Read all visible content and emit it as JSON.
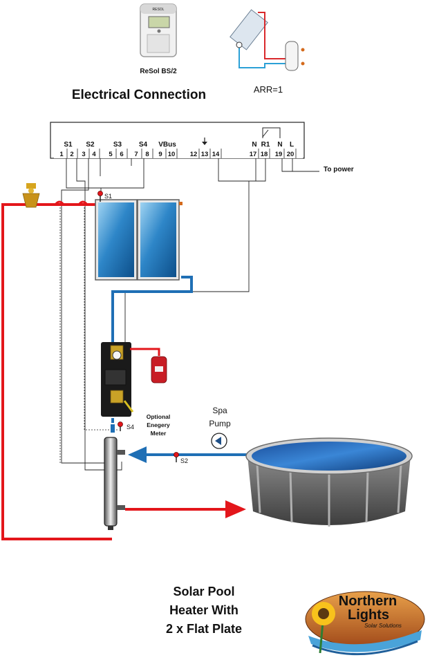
{
  "header": {
    "controller_model": "ReSol BS/2",
    "controller_brand": "RESOL",
    "section_title": "Electrical Connection",
    "arrangement": "ARR=1"
  },
  "terminal_block": {
    "groups": [
      {
        "name": "S1",
        "pins": [
          "1",
          "2"
        ]
      },
      {
        "name": "S2",
        "pins": [
          "3",
          "4"
        ]
      },
      {
        "name": "S3",
        "pins": [
          "5",
          "6"
        ]
      },
      {
        "name": "S4",
        "pins": [
          "7",
          "8"
        ]
      },
      {
        "name": "VBus",
        "pins": [
          "9",
          "10"
        ]
      },
      {
        "name": "",
        "pins": [
          "12",
          "13",
          "14"
        ]
      },
      {
        "name": "N",
        "pins": [
          "17"
        ]
      },
      {
        "name": "R1",
        "pins": [
          "18"
        ]
      },
      {
        "name": "N",
        "pins": [
          "19"
        ]
      },
      {
        "name": "L",
        "pins": [
          "20"
        ]
      }
    ],
    "power_label": "To power"
  },
  "sensors": {
    "s1": "S1",
    "s2": "S2",
    "s4": "S4"
  },
  "components": {
    "energy_meter_label": [
      "Optional",
      "Enegery",
      "Meter"
    ],
    "pump_label": [
      "Spa",
      "Pump"
    ]
  },
  "footer": {
    "title_lines": [
      "Solar Pool",
      "Heater With",
      "2 x Flat Plate"
    ],
    "logo_line1": "Northern",
    "logo_line2": "Lights",
    "logo_tagline": "Solar Solutions"
  },
  "colors": {
    "hot_pipe": "#e3161b",
    "cold_pipe": "#1f6fb5",
    "title_green": "#6dbb45",
    "controller_green": "#7ec04b"
  }
}
